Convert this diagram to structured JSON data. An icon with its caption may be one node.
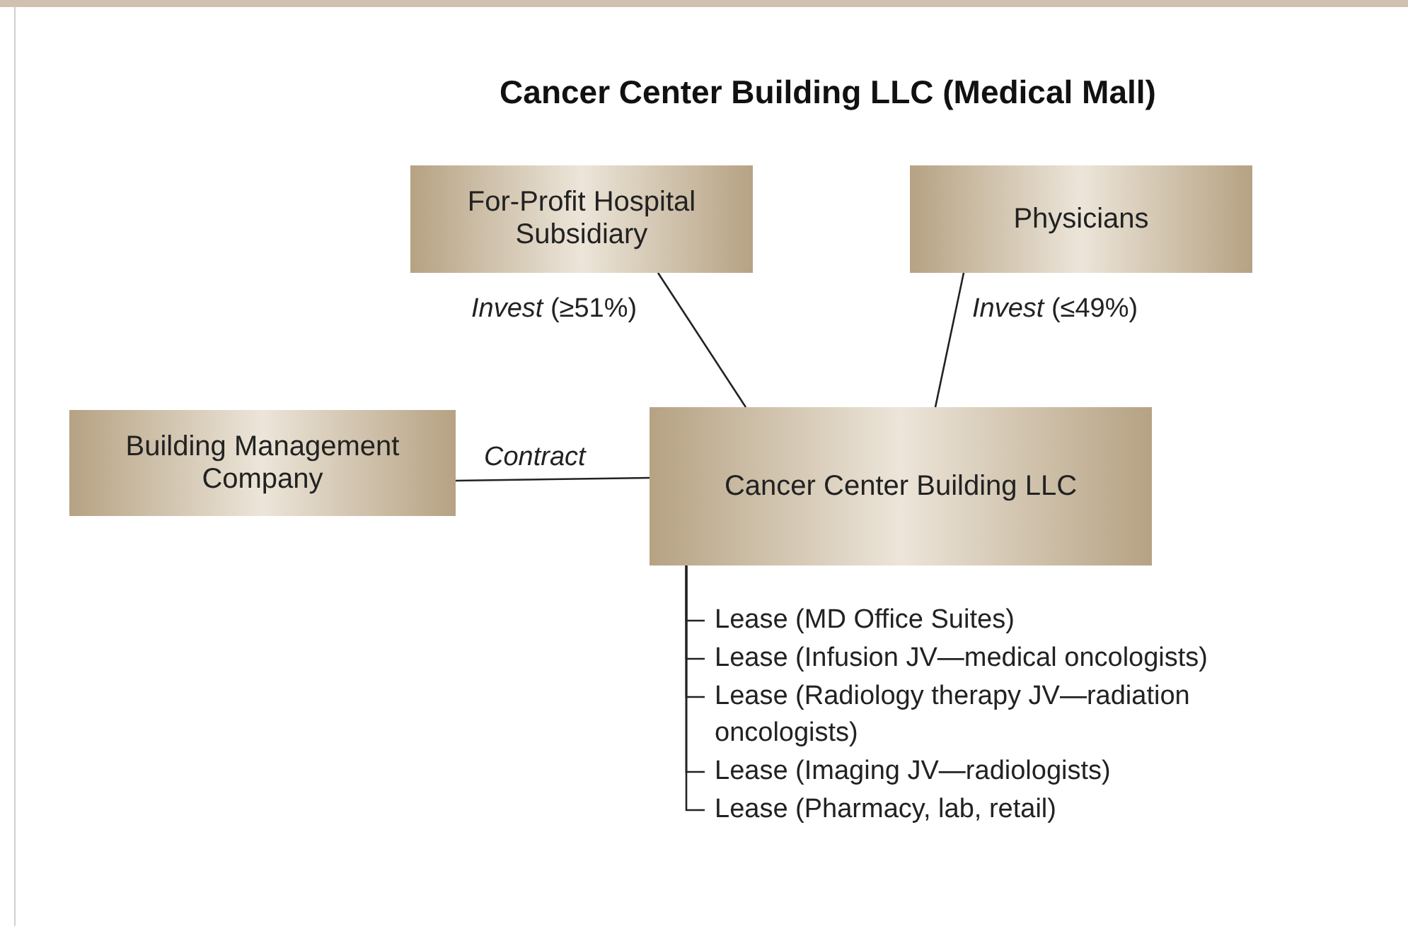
{
  "diagram": {
    "title": "Cancer Center Building LLC (Medical Mall)",
    "nodes": [
      {
        "text": [
          "For-Profit Hospital Subsidiary"
        ]
      },
      {
        "text": [
          "Physicians"
        ]
      },
      {
        "text": [
          "Building Management Company"
        ]
      },
      {
        "text": [
          "Cancer Center Building LLC"
        ]
      },
      {
        "text": [
          "Lease (MD Office Suites)"
        ]
      },
      {
        "text": [
          "Lease (Infusion JV—medical oncologists)"
        ]
      },
      {
        "text": [
          "Lease (Radiology therapy JV—radiation oncologists)"
        ]
      },
      {
        "text": [
          "Lease (Imaging JV—radiologists)"
        ]
      },
      {
        "text": [
          "Lease (Pharmacy, lab, retail)"
        ]
      }
    ],
    "edges": [
      {
        "from": 0,
        "to": 3,
        "arrow": "none",
        "label": "*Invest* (≥51%)"
      },
      {
        "from": 1,
        "to": 3,
        "arrow": "none",
        "label": "*Invest* (≤49%)"
      },
      {
        "from": 2,
        "to": 3,
        "arrow": "none",
        "label": "Contract"
      },
      {
        "from": 3,
        "to": 4,
        "arrow": "none"
      },
      {
        "from": 3,
        "to": 5,
        "arrow": "none"
      },
      {
        "from": 3,
        "to": 6,
        "arrow": "none"
      },
      {
        "from": 3,
        "to": 7,
        "arrow": "none"
      },
      {
        "from": 3,
        "to": 8,
        "arrow": "none"
      }
    ]
  }
}
